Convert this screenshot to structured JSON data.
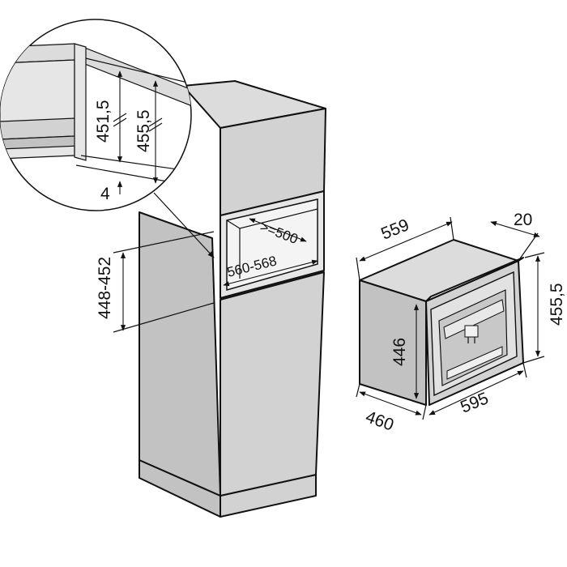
{
  "dimensions": {
    "detail_height_inner": "451,5",
    "detail_height_outer": "455,5",
    "detail_gap": "4",
    "niche_depth": ">=500",
    "niche_width": "560-568",
    "niche_height": "448-452",
    "appliance_width_body": "559",
    "appliance_front_depth": "20",
    "appliance_height_front": "455,5",
    "appliance_height_body": "446",
    "appliance_depth": "460",
    "appliance_width_front": "595"
  }
}
